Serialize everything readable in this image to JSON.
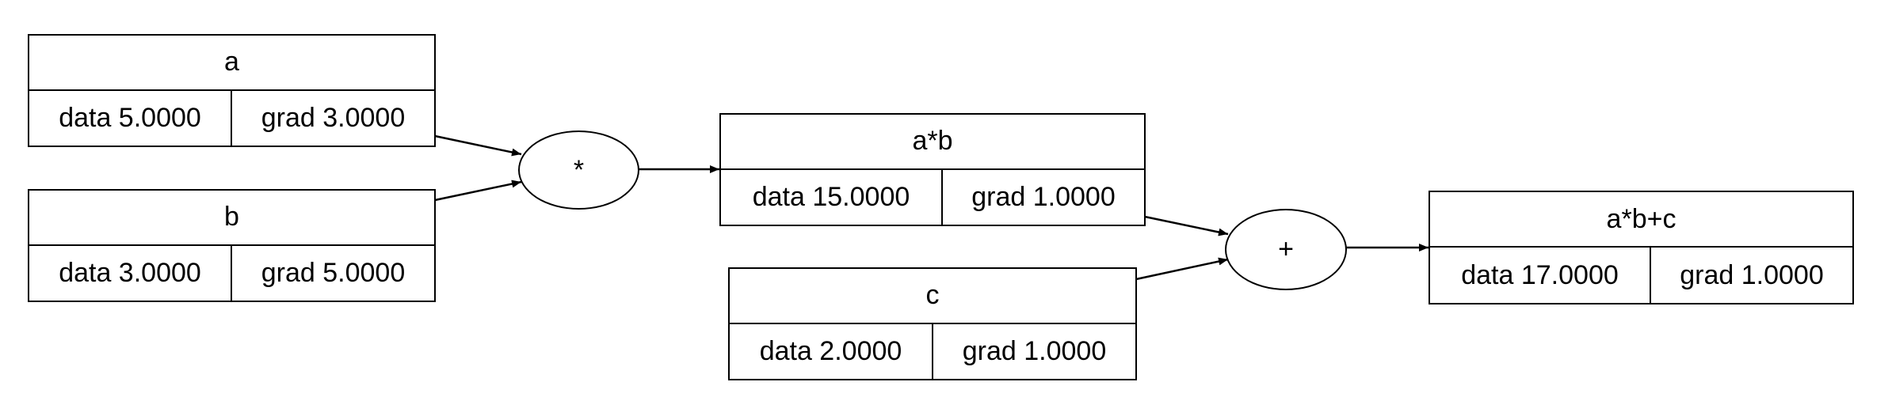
{
  "nodes": {
    "a": {
      "label": "a",
      "data": "data 5.0000",
      "grad": "grad 3.0000"
    },
    "b": {
      "label": "b",
      "data": "data 3.0000",
      "grad": "grad 5.0000"
    },
    "ab": {
      "label": "a*b",
      "data": "data 15.0000",
      "grad": "grad 1.0000"
    },
    "c": {
      "label": "c",
      "data": "data 2.0000",
      "grad": "grad 1.0000"
    },
    "abc": {
      "label": "a*b+c",
      "data": "data 17.0000",
      "grad": "grad 1.0000"
    }
  },
  "ops": {
    "mul": {
      "label": "*"
    },
    "add": {
      "label": "+"
    }
  },
  "edges": [
    {
      "from": "a",
      "to": "mul"
    },
    {
      "from": "b",
      "to": "mul"
    },
    {
      "from": "mul",
      "to": "ab"
    },
    {
      "from": "ab",
      "to": "add"
    },
    {
      "from": "c",
      "to": "add"
    },
    {
      "from": "add",
      "to": "abc"
    }
  ]
}
